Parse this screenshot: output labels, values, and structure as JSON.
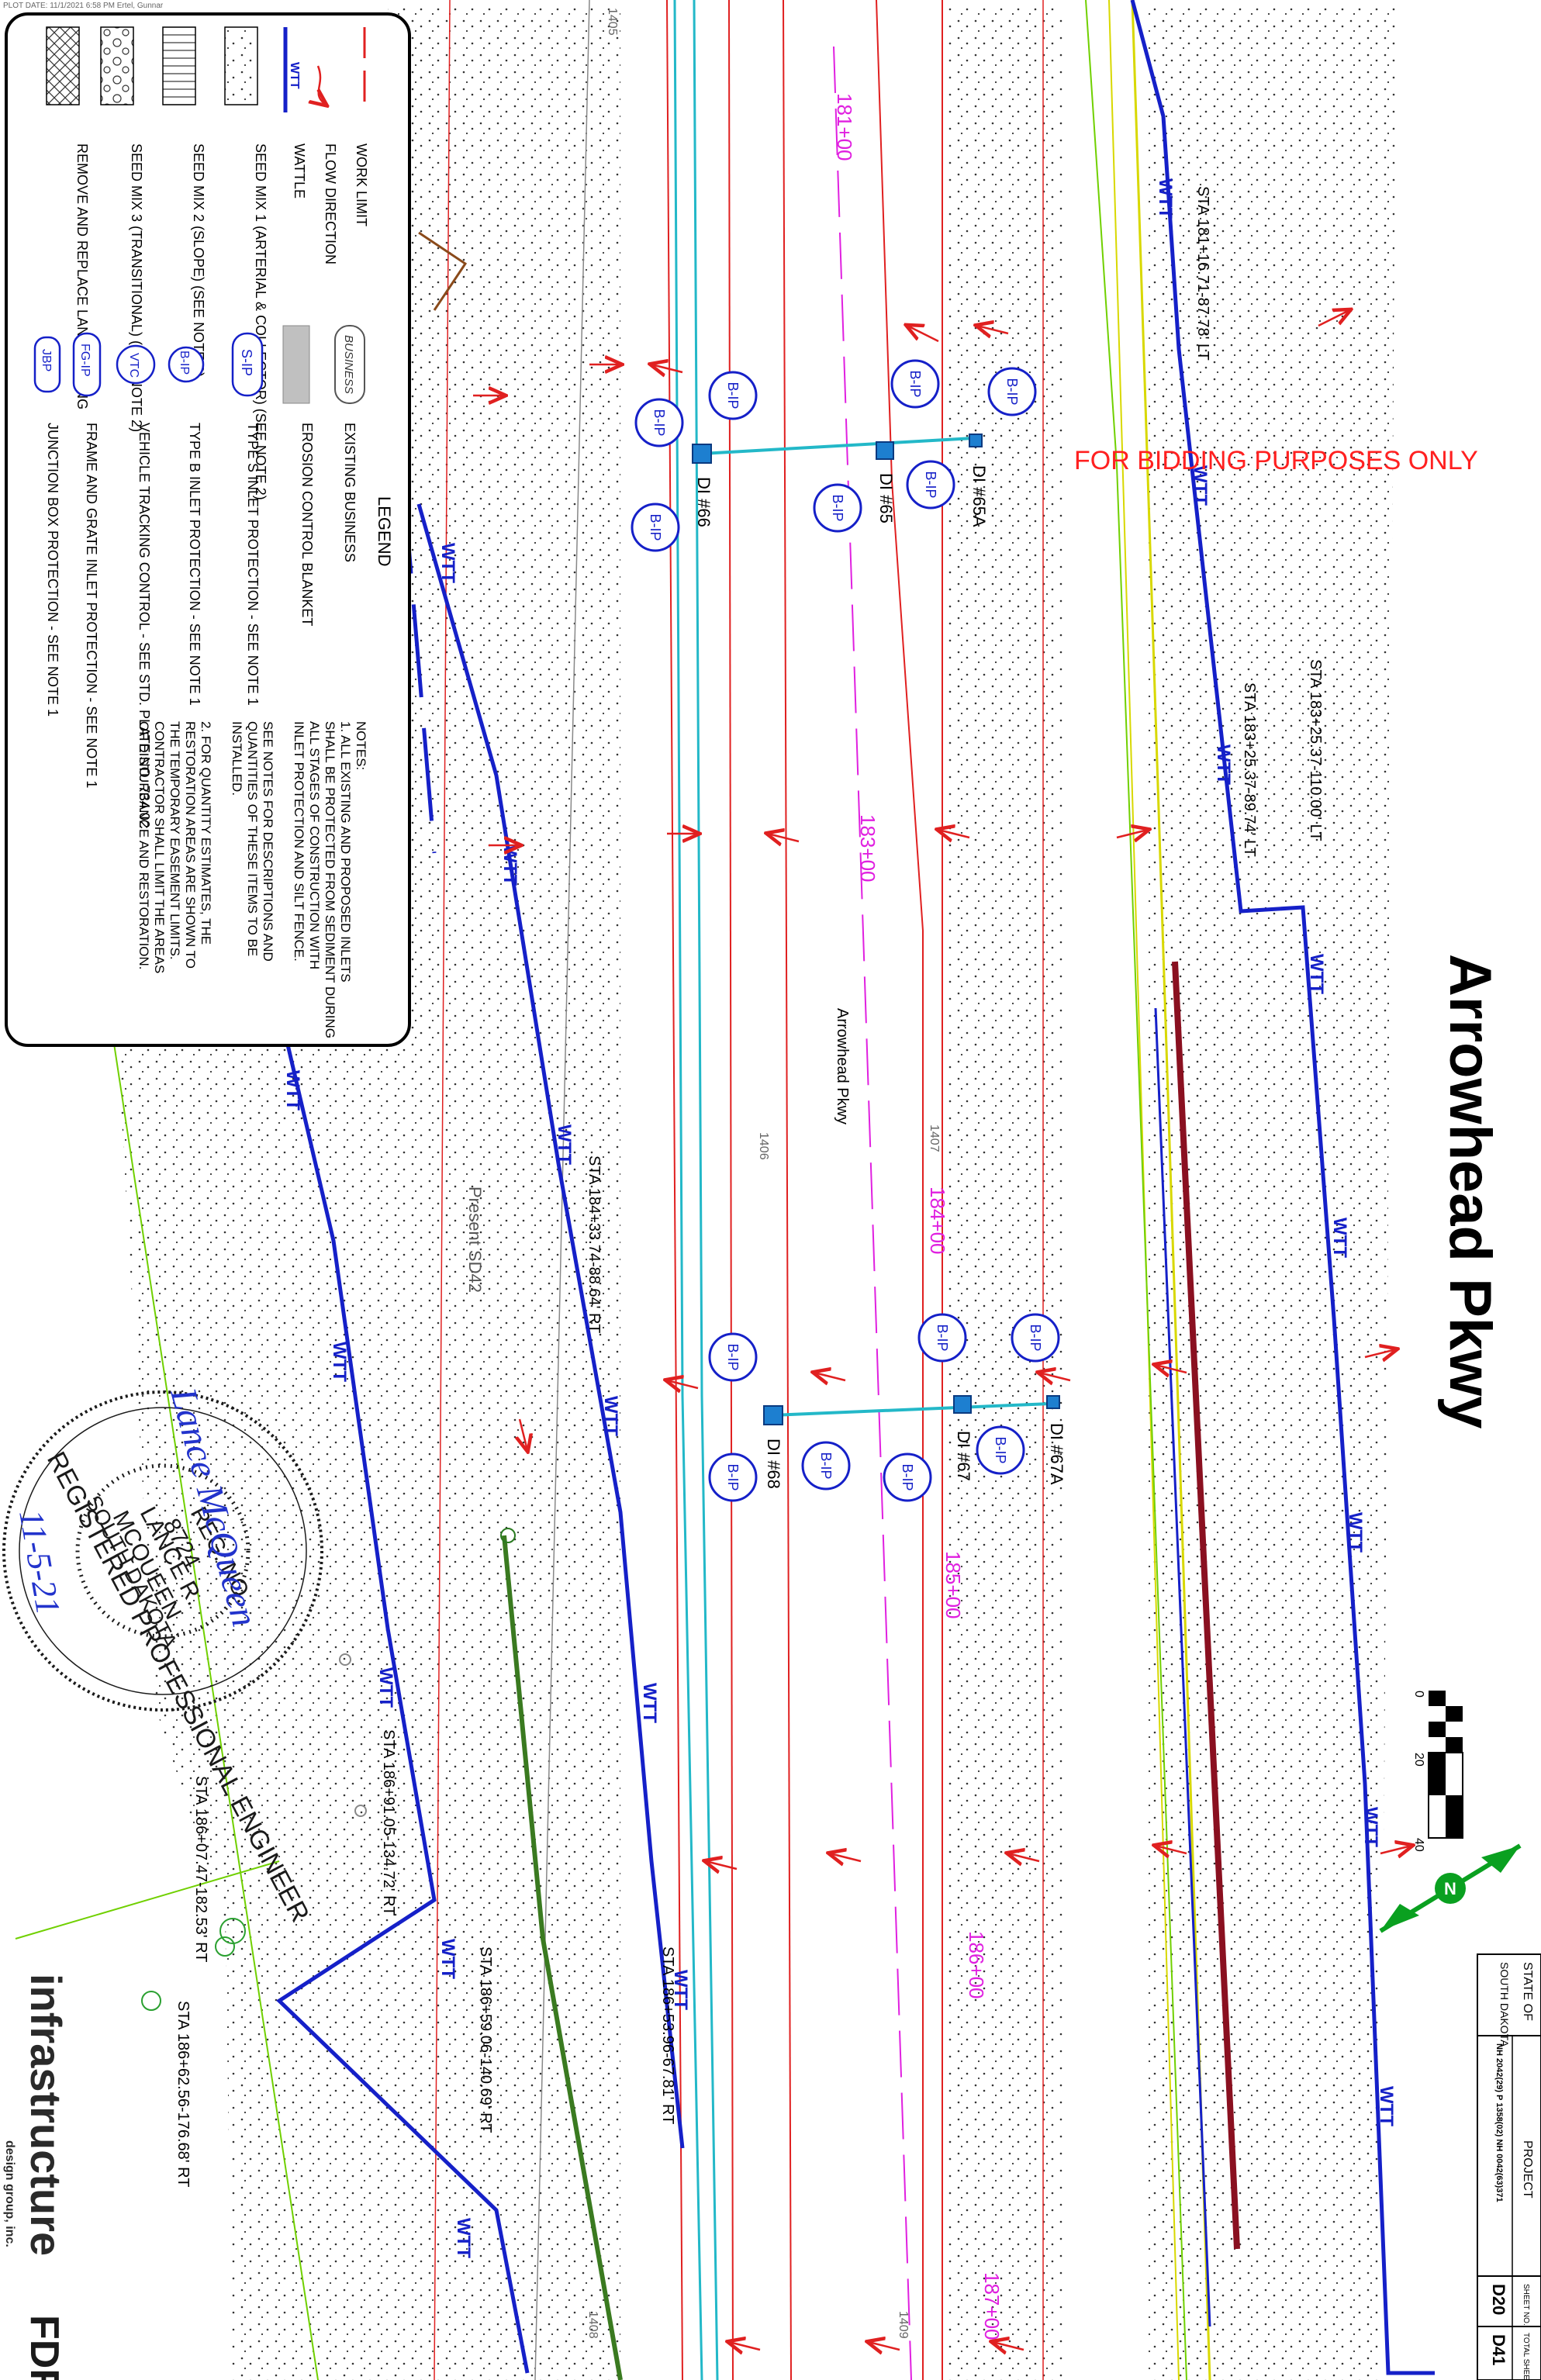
{
  "plot_date": "PLOT DATE: 11/1/2021 6:58 PM  Ertel, Gunnar",
  "title": "Arrowhead Pkwy",
  "bidding_note": "FOR BIDDING PURPOSES ONLY",
  "road_label": "Arrowhead Pkwy",
  "present_road": "Present SD42",
  "legend": {
    "heading": "LEGEND",
    "left_items": [
      {
        "label": "WORK LIMIT",
        "icon": "work-limit-line"
      },
      {
        "label": "FLOW DIRECTION",
        "icon": "flow-arrow"
      },
      {
        "label": "WATTLE",
        "icon": "wattle-line"
      },
      {
        "label": "SEED MIX 1 (ARTERIAL & COLLECTOR) (SEE NOTE 2)",
        "icon": "dot-hatch"
      },
      {
        "label": "SEED MIX 2 (SLOPE) (SEE NOTE 2)",
        "icon": "line-hatch"
      },
      {
        "label": "SEED MIX 3 (TRANSITIONAL) (SEE NOTE 2)",
        "icon": "circle-hatch"
      },
      {
        "label": "REMOVE AND REPLACE LANDSCAPING",
        "icon": "cross-hatch"
      }
    ],
    "right_items": [
      {
        "label": "EXISTING BUSINESS",
        "badge": "BUSINESS"
      },
      {
        "label": "EROSION CONTROL BLANKET",
        "badge": ""
      },
      {
        "label": "TYPE S INLET PROTECTION - SEE NOTE 1",
        "badge": "S-IP"
      },
      {
        "label": "TYPE B INLET PROTECTION - SEE NOTE 1",
        "badge": "B-IP"
      },
      {
        "label": "VEHICLE TRACKING CONTROL - SEE STD. PLATE NO. 734.02",
        "badge": "VTC"
      },
      {
        "label": "FRAME AND GRATE INLET PROTECTION - SEE NOTE 1",
        "badge": "FG-IP"
      },
      {
        "label": "JUNCTION BOX PROTECTION - SEE NOTE 1",
        "badge": "JBP"
      }
    ],
    "wattle_symbol": "WTT"
  },
  "notes": {
    "heading": "NOTES:",
    "lines": [
      "1.  ALL EXISTING AND PROPOSED INLETS",
      "     SHALL BE PROTECTED FROM SEDIMENT DURING",
      "     ALL STAGES OF CONSTRUCTION WITH",
      "     INLET PROTECTION AND SILT FENCE.",
      "",
      "     SEE NOTES FOR DESCRIPTIONS AND",
      "     QUANTITIES OF THESE ITEMS TO BE",
      "     INSTALLED.",
      "",
      "2.  FOR QUANTITY ESTIMATES, THE",
      "     RESTORATION AREAS ARE SHOWN TO",
      "     THE TEMPORARY EASEMENT LIMITS.",
      "     CONTRACTOR SHALL LIMIT THE AREAS",
      "     OF DISTURBANCE AND RESTORATION."
    ]
  },
  "stations": [
    "STA 181+16.71-87.78' LT",
    "STA 183+25.37-89.74' LT",
    "STA 183+25.37-110.00' LT",
    "STA 184+33.74-88.64' RT",
    "STA 186+91.05-134.72' RT",
    "STA 186+07.47-182.53' RT",
    "STA 186+59.06-140.69' RT",
    "STA 186+53.96-67.81' RT",
    "STA 186+62.56-176.68' RT"
  ],
  "station_marks": [
    "181+00",
    "183+00",
    "184+00",
    "185+00",
    "186+00",
    "187+00"
  ],
  "inlets": [
    "DI #66",
    "DI #65",
    "DI #65A",
    "DI #68",
    "DI #67",
    "DI #67A"
  ],
  "inlet_badge": "B-IP",
  "contours": [
    "1405",
    "1406",
    "1407",
    "1408",
    "1409"
  ],
  "scale": {
    "ticks": [
      "0",
      "20",
      "40"
    ]
  },
  "seal": {
    "ring_top": "REGISTERED PROFESSIONAL ENGINEER",
    "reg": "REG. NO.",
    "number": "8724",
    "name1": "LANCE R.",
    "name2": "MCQUEEN",
    "state": "SOUTH DAKOTA",
    "date": "11-5-21",
    "signature": "Lance McQueen"
  },
  "title_block": {
    "state_label": "STATE OF",
    "state_name": "SOUTH DAKOTA",
    "project_label": "PROJECT",
    "project_number": "NH 2042(29) P 1358(02) NH 0042(63)371",
    "sheet_label": "SHEET NO.",
    "sheet_no": "D20",
    "total_label": "TOTAL SHEETS",
    "total_sheets": "D41"
  },
  "firm": {
    "name": "infrastructure",
    "sub": "design group, inc.",
    "logo2": "FDR"
  },
  "colors": {
    "work_limit": "#e02020",
    "wattle": "#1520c8",
    "pipe": "#23b8c8",
    "station_mark": "#e020e0",
    "seal": "#1a1a1a",
    "signature": "#2233cc",
    "bidding": "#ff2020",
    "maroon_fence": "#8a1020",
    "yellow_line": "#d8d800",
    "green_line": "#70d000"
  }
}
